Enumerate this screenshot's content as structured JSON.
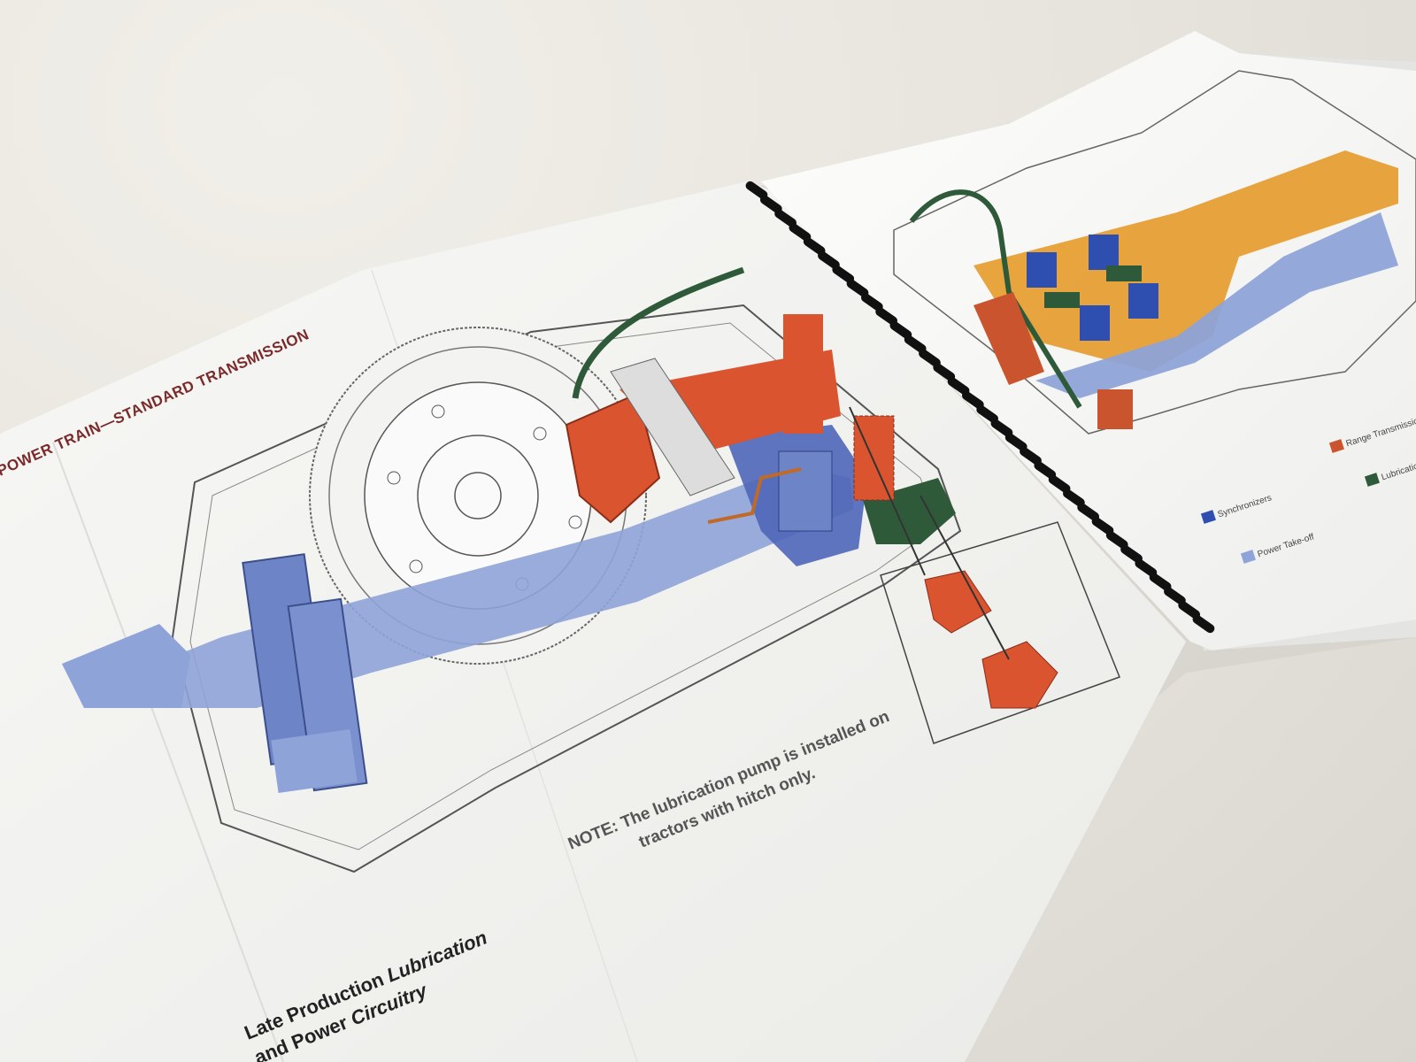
{
  "left_page": {
    "running_title": "POWER TRAIN—STANDARD TRANSMISSION",
    "note_line1": "NOTE: The lubrication pump is installed on",
    "note_line2": "tractors with hitch only.",
    "caption_line1_plain": "Late Production ",
    "caption_line1_emph": "Lubrication",
    "caption_line2_plain": "and Power ",
    "caption_line2_emph": "Circuitry"
  },
  "right_page": {
    "legend": [
      {
        "label": "Synchronizers",
        "color": "#2e4fb0"
      },
      {
        "label": "Power Take-off",
        "color": "#8ea3d8"
      },
      {
        "label": "Range Transmission",
        "color": "#c9542e"
      },
      {
        "label": "Lubrication",
        "color": "#2f5a3a"
      }
    ]
  },
  "colors": {
    "pto_blue": "#8ea3d8",
    "sync_blue": "#2e4fb0",
    "lube_green": "#2f5a3a",
    "range_red": "#d9542f",
    "gear_orange": "#e59b2a",
    "binding": "#111111"
  }
}
